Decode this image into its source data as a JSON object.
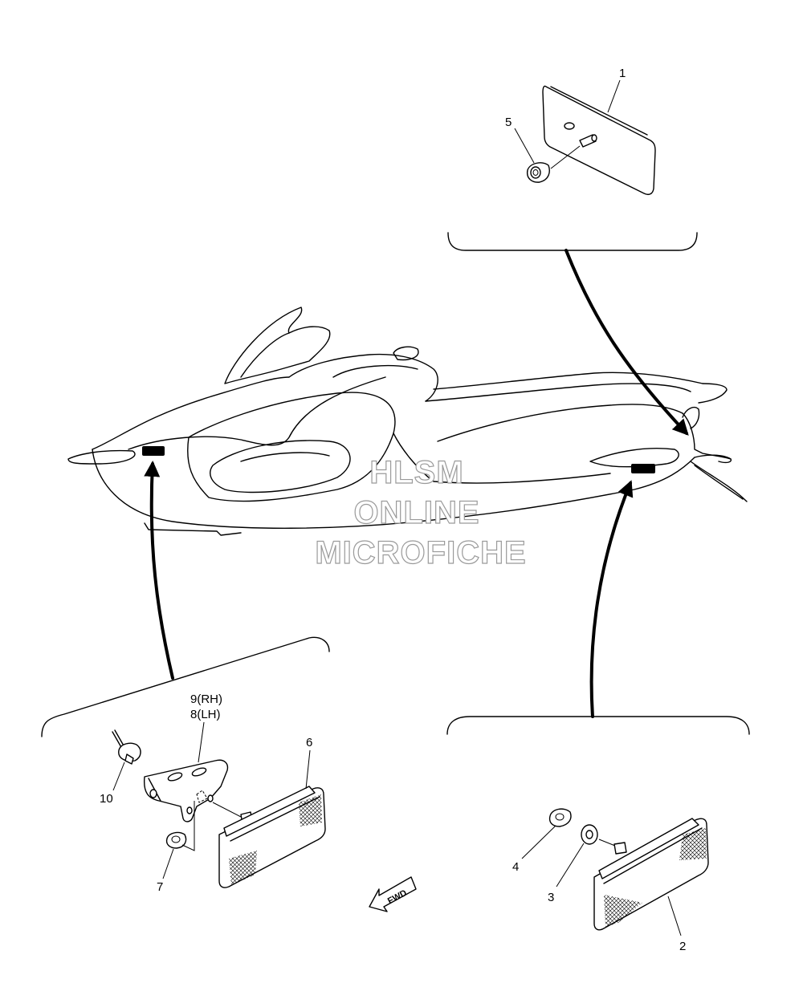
{
  "callouts": {
    "c1": "1",
    "c2": "2",
    "c3": "3",
    "c4": "4",
    "c5": "5",
    "c6": "6",
    "c7": "7",
    "c8": "8(LH)",
    "c9": "9(RH)",
    "c10": "10"
  },
  "fwd_label": "FWD",
  "watermark": {
    "line1": "HLSM",
    "line2": "ONLINE",
    "line3": "MICROFICHE"
  }
}
